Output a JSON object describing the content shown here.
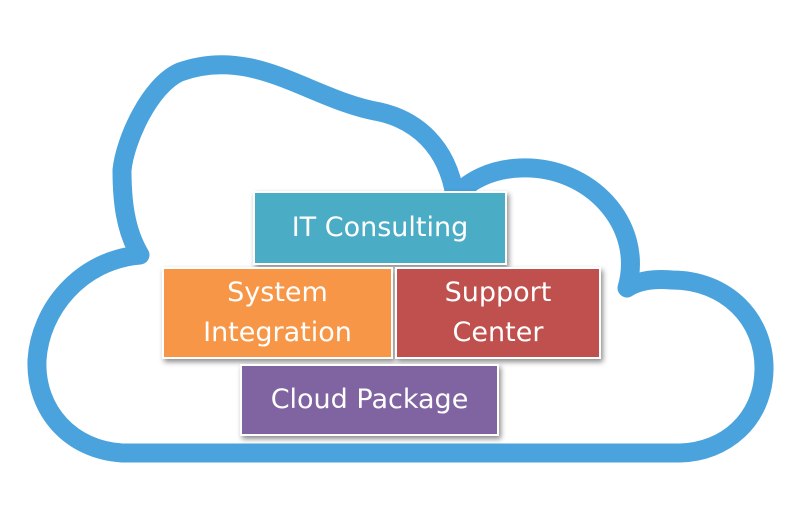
{
  "diagram": {
    "outline_color": "#4aa3dc",
    "boxes": [
      {
        "id": "it-consulting",
        "label": "IT Consulting",
        "color": "#4bacc6"
      },
      {
        "id": "system-integration",
        "label": "System\nIntegration",
        "color": "#f79646"
      },
      {
        "id": "support-center",
        "label": "Support\nCenter",
        "color": "#c0504d"
      },
      {
        "id": "cloud-package",
        "label": "Cloud Package",
        "color": "#8064a2"
      }
    ]
  }
}
